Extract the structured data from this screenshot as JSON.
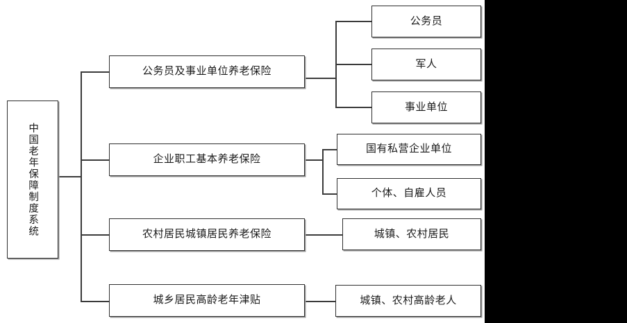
{
  "diagram": {
    "title": "中国老年保障制度系统",
    "type": "organization-tree",
    "orientation": "left-to-right",
    "root": {
      "id": "root",
      "label": "中国老年保障制度系统",
      "orientation": "vertical-text"
    },
    "level2": [
      {
        "id": "l2-1",
        "label": "公务员及事业单位养老保险"
      },
      {
        "id": "l2-2",
        "label": "企业职工基本养老保险"
      },
      {
        "id": "l2-3",
        "label": "农村居民城镇居民养老保险"
      },
      {
        "id": "l2-4",
        "label": "城乡居民高龄老年津贴"
      }
    ],
    "level3": {
      "group1": [
        {
          "id": "l3-1-1",
          "label": "公务员"
        },
        {
          "id": "l3-1-2",
          "label": "军人"
        },
        {
          "id": "l3-1-3",
          "label": "事业单位"
        }
      ],
      "group2": [
        {
          "id": "l3-2-1",
          "label": "国有私营企业单位"
        },
        {
          "id": "l3-2-2",
          "label": "个体、自雇人员"
        }
      ],
      "group3": [
        {
          "id": "l3-3-1",
          "label": "城镇、农村居民"
        }
      ],
      "group4": [
        {
          "id": "l3-4-1",
          "label": "城镇、农村高龄老人"
        }
      ]
    },
    "colors": {
      "background": "#ffffff",
      "box_border": "#2e2e2e",
      "box_shadow": "#9a9a9a",
      "connector": "#3a3a3a",
      "text": "#1a1a1a",
      "gutter": "#000000"
    }
  }
}
